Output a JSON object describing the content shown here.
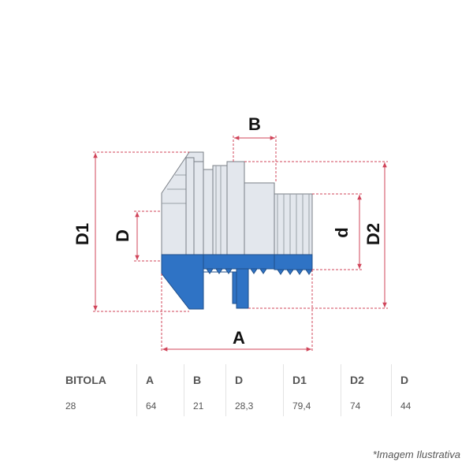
{
  "drawing": {
    "dimension_labels": {
      "B": "B",
      "D_left": "D",
      "D1": "D1",
      "d": "d",
      "D2": "D2",
      "A": "A"
    },
    "colors": {
      "dimension_line": "#d0455a",
      "part_blue": "#2f73c5",
      "part_gray": "#e3e7ed",
      "part_outline": "#7a7f86",
      "thread_line": "#888888"
    }
  },
  "table": {
    "headers": [
      "BITOLA",
      "A",
      "B",
      "D",
      "D1",
      "D2",
      "D"
    ],
    "values": [
      "28",
      "64",
      "21",
      "28,3",
      "79,4",
      "74",
      "44"
    ]
  },
  "caption": "*Imagem Ilustrativa"
}
